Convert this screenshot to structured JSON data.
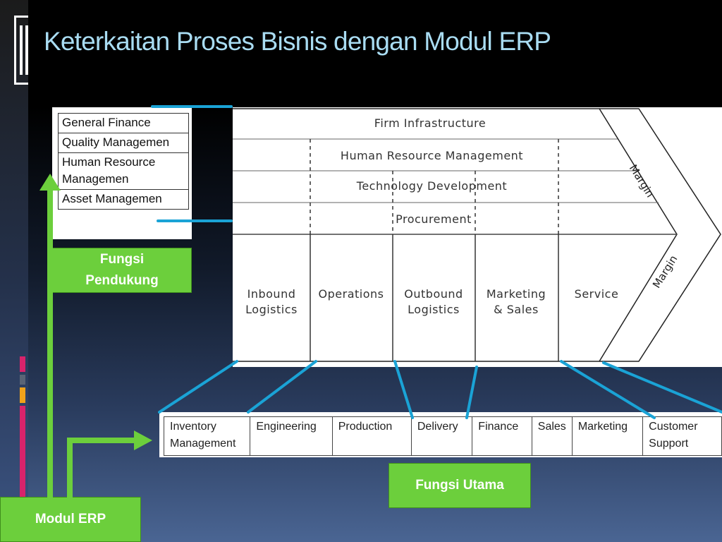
{
  "title": "Keterkaitan Proses Bisnis dengan Modul ERP",
  "support_modules": [
    "General Finance",
    "Quality Managemen",
    "Human Resource Managemen",
    "Asset Managemen"
  ],
  "labels": {
    "fungsi_pendukung": "Fungsi Pendukung",
    "fungsi_utama": "Fungsi Utama",
    "modul_erp": "Modul ERP"
  },
  "value_chain": {
    "support_activities": [
      "Firm Infrastructure",
      "Human Resource Management",
      "Technology Development",
      "Procurement"
    ],
    "primary_activities": [
      {
        "line1": "Inbound",
        "line2": "Logistics"
      },
      {
        "line1": "Operations",
        "line2": ""
      },
      {
        "line1": "Outbound",
        "line2": "Logistics"
      },
      {
        "line1": "Marketing",
        "line2": "& Sales"
      },
      {
        "line1": "Service",
        "line2": ""
      }
    ],
    "margin_label": "Margin"
  },
  "primary_modules": [
    {
      "line1": "Inventory",
      "line2": "Management"
    },
    {
      "line1": "Engineering",
      "line2": ""
    },
    {
      "line1": "Production",
      "line2": ""
    },
    {
      "line1": "Delivery",
      "line2": ""
    },
    {
      "line1": "Finance",
      "line2": ""
    },
    {
      "line1": "Sales",
      "line2": ""
    },
    {
      "line1": "Marketing",
      "line2": ""
    },
    {
      "line1": "Customer",
      "line2": "Support"
    }
  ],
  "colors": {
    "title": "#a9dcf2",
    "green_label": "#6ccf3c",
    "connector": "#1aa3d6"
  }
}
